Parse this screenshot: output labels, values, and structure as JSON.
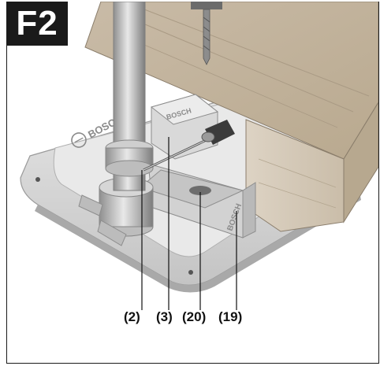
{
  "figure": {
    "label": "F2"
  },
  "callouts": [
    {
      "id": "callout-2",
      "text": "(2)"
    },
    {
      "id": "callout-3",
      "text": "(3)"
    },
    {
      "id": "callout-20",
      "text": "(20)"
    },
    {
      "id": "callout-19",
      "text": "(19)"
    }
  ],
  "brand_marks": {
    "base_left": "BOSCH",
    "clamp_top": "BOSCH",
    "fence_right": "BOSCH"
  },
  "colors": {
    "label_bg": "#1a1a1a",
    "base": "#d9d9d9",
    "wood": "#cfc4b5",
    "metal": "#b5b5b5"
  }
}
